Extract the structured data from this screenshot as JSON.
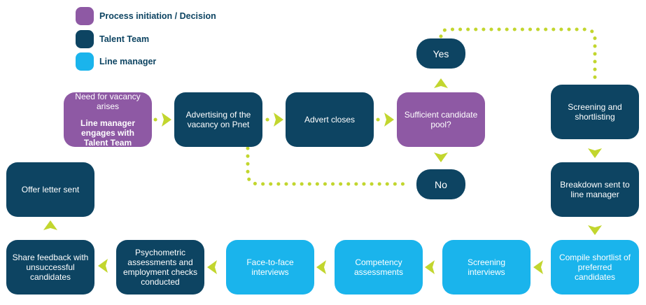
{
  "colors": {
    "purple": "#8e59a4",
    "navy": "#0d4462",
    "cyan": "#1ab4ec",
    "connector": "#c2d62e"
  },
  "legend": [
    {
      "label": "Process initiation / Decision",
      "color": "#8e59a4"
    },
    {
      "label": "Talent Team",
      "color": "#0d4462"
    },
    {
      "label": "Line manager",
      "color": "#1ab4ec"
    }
  ],
  "nodes": {
    "need_vacancy": {
      "text": "Need for vacancy arises",
      "subtext": "Line manager engages with Talent Team"
    },
    "advertising": "Advertising of the vacancy on Pnet",
    "advert_closes": "Advert closes",
    "sufficient_pool": "Sufficient candidate pool?",
    "yes": "Yes",
    "no": "No",
    "screening_shortlisting": "Screening and shortlisting",
    "breakdown": "Breakdown sent to line manager",
    "compile_shortlist": "Compile shortlist of preferred candidates",
    "screening_interviews": "Screening interviews",
    "competency": "Competency assessments",
    "face_to_face": "Face-to-face interviews",
    "psychometric": "Psychometric assessments and employment checks conducted",
    "share_feedback": "Share feedback with unsuccessful candidates",
    "offer_letter": "Offer letter sent"
  },
  "icons": {
    "arrow": "chevron-arrow-icon",
    "connector": "dotted-connector"
  }
}
